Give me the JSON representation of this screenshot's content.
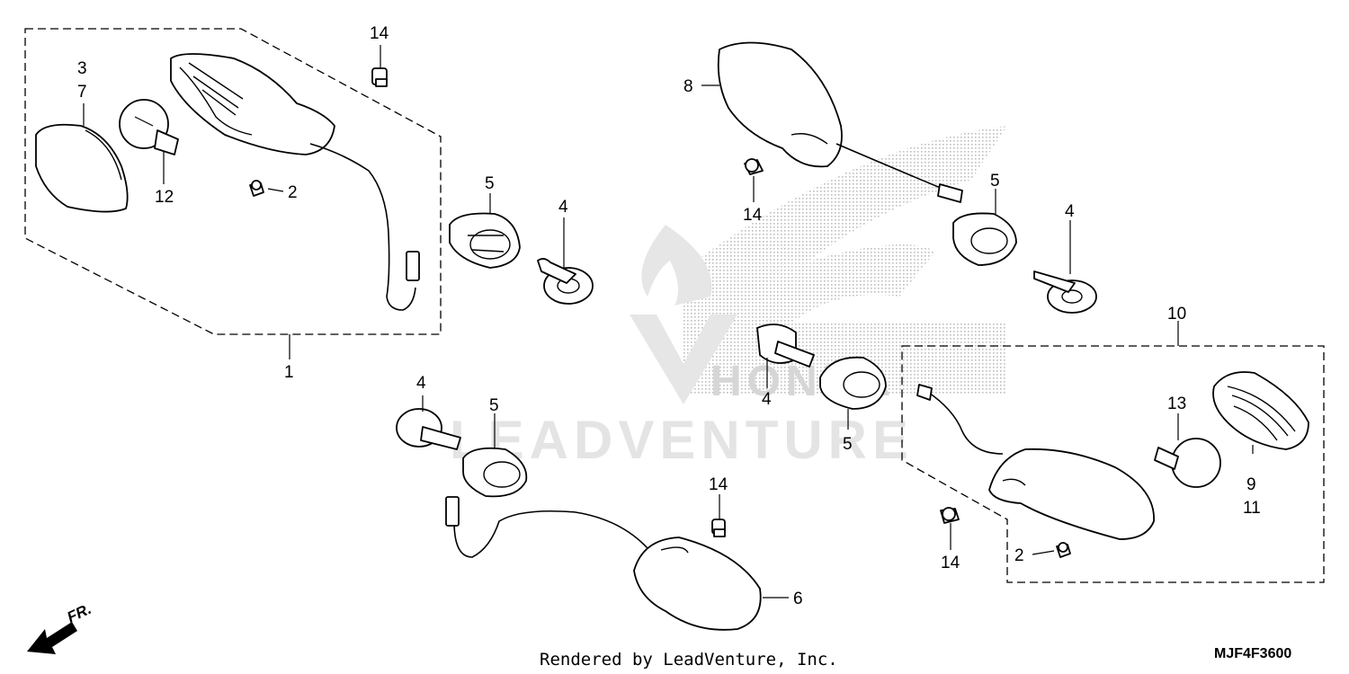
{
  "diagram": {
    "callouts": {
      "c1": "1",
      "c2a": "2",
      "c2b": "2",
      "c3": "3",
      "c7": "7",
      "c12": "12",
      "c14a": "14",
      "c14b": "14",
      "c14c": "14",
      "c14d": "14",
      "c5a": "5",
      "c5b": "5",
      "c5c": "5",
      "c5d": "5",
      "c4a": "4",
      "c4b": "4",
      "c4c": "4",
      "c4d": "4",
      "c8": "8",
      "c6": "6",
      "c10": "10",
      "c13": "13",
      "c9": "9",
      "c11": "11"
    },
    "watermark": "LEADVENTURE",
    "watermark_brand": "HONDA",
    "credit": "Rendered by LeadVenture, Inc.",
    "diagram_code": "MJF4F3600",
    "direction_label": "FR."
  }
}
